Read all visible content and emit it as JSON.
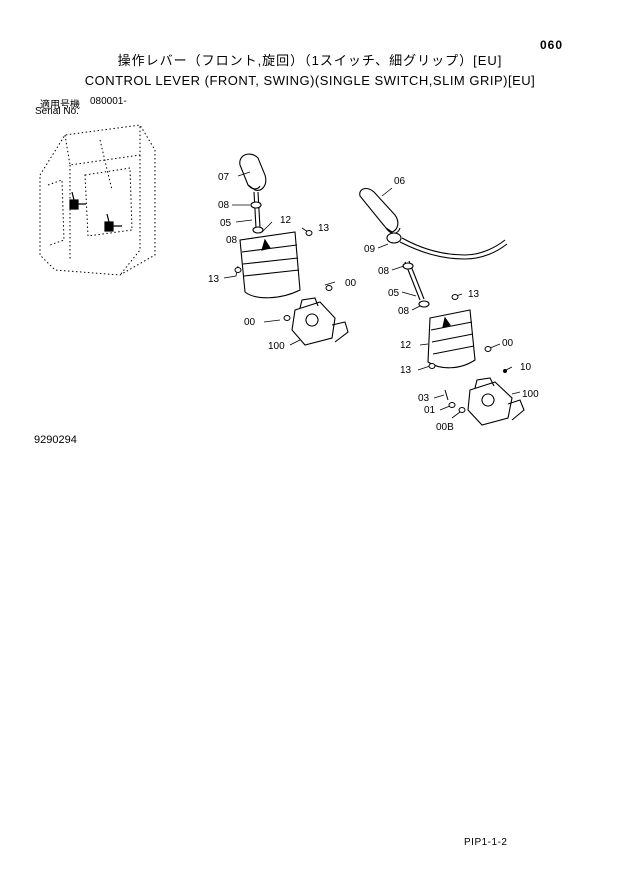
{
  "header": {
    "page_number": "060",
    "title_jp": "操作レバー（フロント,旋回）（1スイッチ、細グリップ）[EU]",
    "title_en": "CONTROL LEVER (FRONT, SWING)(SINGLE SWITCH,SLIM GRIP)[EU]",
    "serial_label_jp": "適用号機",
    "serial_label_en": "Serial No.",
    "serial_value": "080001-"
  },
  "figure_number": "9290294",
  "footer_code": "PIP1-1-2",
  "callouts": {
    "left": [
      "07",
      "08",
      "05",
      "12",
      "13",
      "08",
      "13",
      "00",
      "00",
      "100"
    ],
    "right": [
      "06",
      "09",
      "08",
      "05",
      "13",
      "08",
      "12",
      "00",
      "10",
      "13",
      "03",
      "01",
      "100",
      "00B"
    ]
  }
}
